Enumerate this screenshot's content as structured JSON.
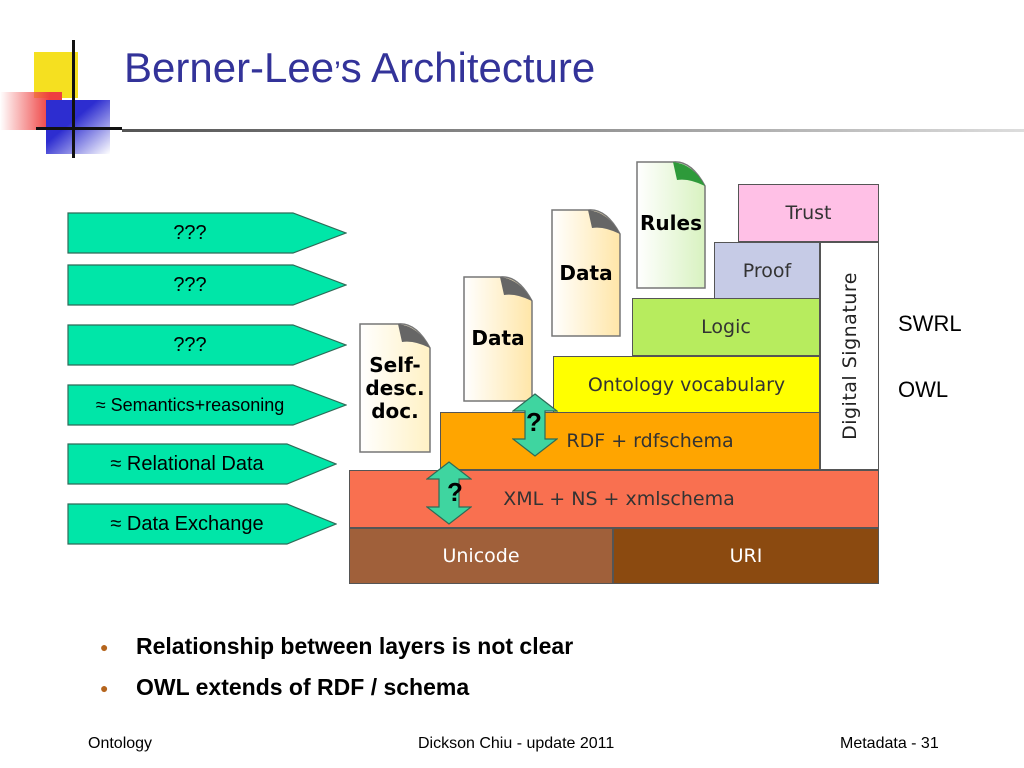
{
  "title": {
    "main": "Berner-Lee",
    "apostrophe": "’",
    "rest": "s Architecture"
  },
  "pointers": [
    {
      "label": "???"
    },
    {
      "label": "???"
    },
    {
      "label": "???"
    },
    {
      "label": "≈ Semantics+reasoning"
    },
    {
      "label": "≈ Relational Data"
    },
    {
      "label": "≈ Data Exchange"
    }
  ],
  "layers": {
    "unicode": "Unicode",
    "uri": "URI",
    "xml": "XML + NS + xmlschema",
    "rdf": "RDF + rdfschema",
    "ontology": "Ontology vocabulary",
    "logic": "Logic",
    "proof": "Proof",
    "trust": "Trust",
    "digital_signature": "Digital Signature"
  },
  "documents": {
    "self_desc": "Self-\ndesc.\ndoc.",
    "data1": "Data",
    "data2": "Data",
    "rules": "Rules"
  },
  "question_marks": [
    "?",
    "?"
  ],
  "side_labels": {
    "swrl": "SWRL",
    "owl": "OWL"
  },
  "bullets": [
    "Relationship between layers is not clear",
    "OWL extends of RDF / schema"
  ],
  "footer": {
    "left": "Ontology",
    "center": "Dickson Chiu - update 2011",
    "right": "Metadata - 31"
  },
  "colors": {
    "title": "#333399",
    "pointer_fill": "#00e6a8",
    "unicode": "#a0603a",
    "uri": "#8b4a10",
    "xml": "#f97050",
    "rdf": "#ffa500",
    "ontology": "#ffff00",
    "logic": "#b7ec5e",
    "proof": "#c6cbe6",
    "trust": "#ffc0e6"
  }
}
